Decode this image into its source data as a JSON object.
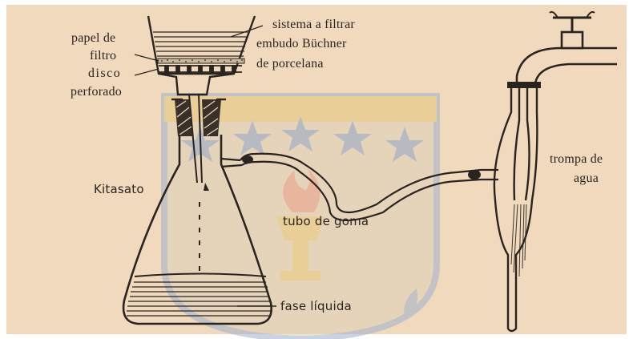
{
  "labels": {
    "sistema_a_filtrar": "sistema a filtrar",
    "embudo_buchner_1": "embudo Büchner",
    "embudo_buchner_2": "de porcelana",
    "papel_de_1": "papel de",
    "papel_de_2": "filtro",
    "disco_1": "disco",
    "disco_2": "perforado",
    "kitasato": "Kitasato",
    "tubo_de_goma": "tubo de goma",
    "trompa_1": "trompa de",
    "trompa_2": "agua",
    "fase_liquida": "fase líquida"
  },
  "colors": {
    "paper": "#f0d9bd",
    "ink": "#2a2420",
    "watermark_blue": "#8aa3c6",
    "watermark_yellow": "#e9c87a",
    "watermark_red": "#e29a86"
  },
  "watermark": "university-crest-watermark"
}
